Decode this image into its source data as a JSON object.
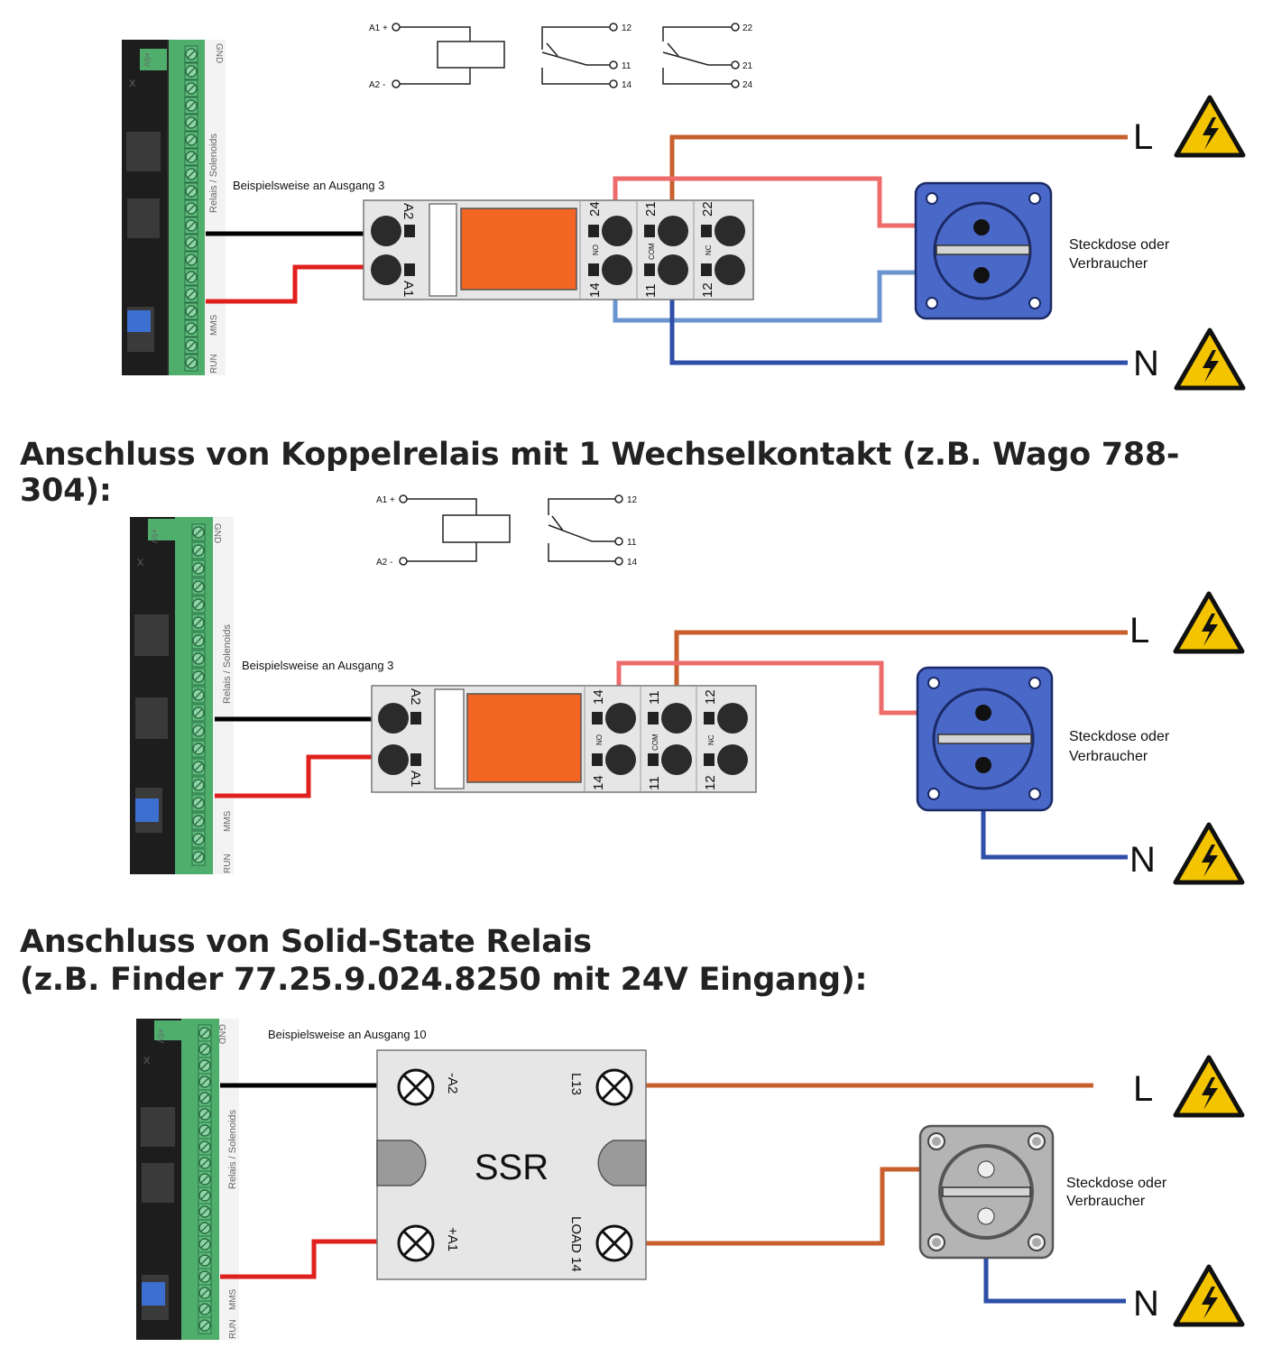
{
  "headings": {
    "section2": "Anschluss von Koppelrelais mit 1 Wechselkontakt (z.B. Wago 788-304):",
    "section3_line1": "Anschluss von Solid-State Relais",
    "section3_line2": "(z.B. Finder 77.25.9.024.8250 mit 24V Eingang):"
  },
  "labels": {
    "example_output_3": "Beispielsweise an Ausgang 3",
    "example_output_10": "Beispielsweise an Ausgang 10",
    "socket_line1": "Steckdose oder",
    "socket_line2": "Verbraucher",
    "line": "L",
    "neutral": "N",
    "ssr": "SSR"
  },
  "pcb": {
    "gnd": "GND",
    "plus5v": "+5V",
    "x": "X",
    "relais": "Relais / Solenoids",
    "mms": "MMS",
    "run": "RUN",
    "v": "V"
  },
  "schematic": {
    "a1": "A1 +",
    "a2": "A2 -",
    "t12": "12",
    "t11": "11",
    "t14": "14",
    "t22": "22",
    "t21": "21",
    "t24": "24"
  },
  "terminals": {
    "a1": "A1",
    "a2": "A2",
    "t24": "24",
    "t14": "14",
    "t21": "21",
    "t11": "11",
    "t22": "22",
    "t12": "12",
    "no": "NO",
    "com": "COM",
    "nc": "NC",
    "ssr_a2": "-A2",
    "ssr_a1": "+A1",
    "ssr_l13": "L13",
    "ssr_load": "LOAD 14"
  },
  "colors": {
    "phase": "#C8602E",
    "phase_switched": "#EE6B6B",
    "neutral": "#2E4FA8",
    "neutral_light": "#6B95CF",
    "control_neg": "#000000",
    "control_pos": "#E0201E",
    "relay_body": "#F26522",
    "socket_blue": "#4A68C8",
    "warning_yellow": "#F5C400"
  }
}
